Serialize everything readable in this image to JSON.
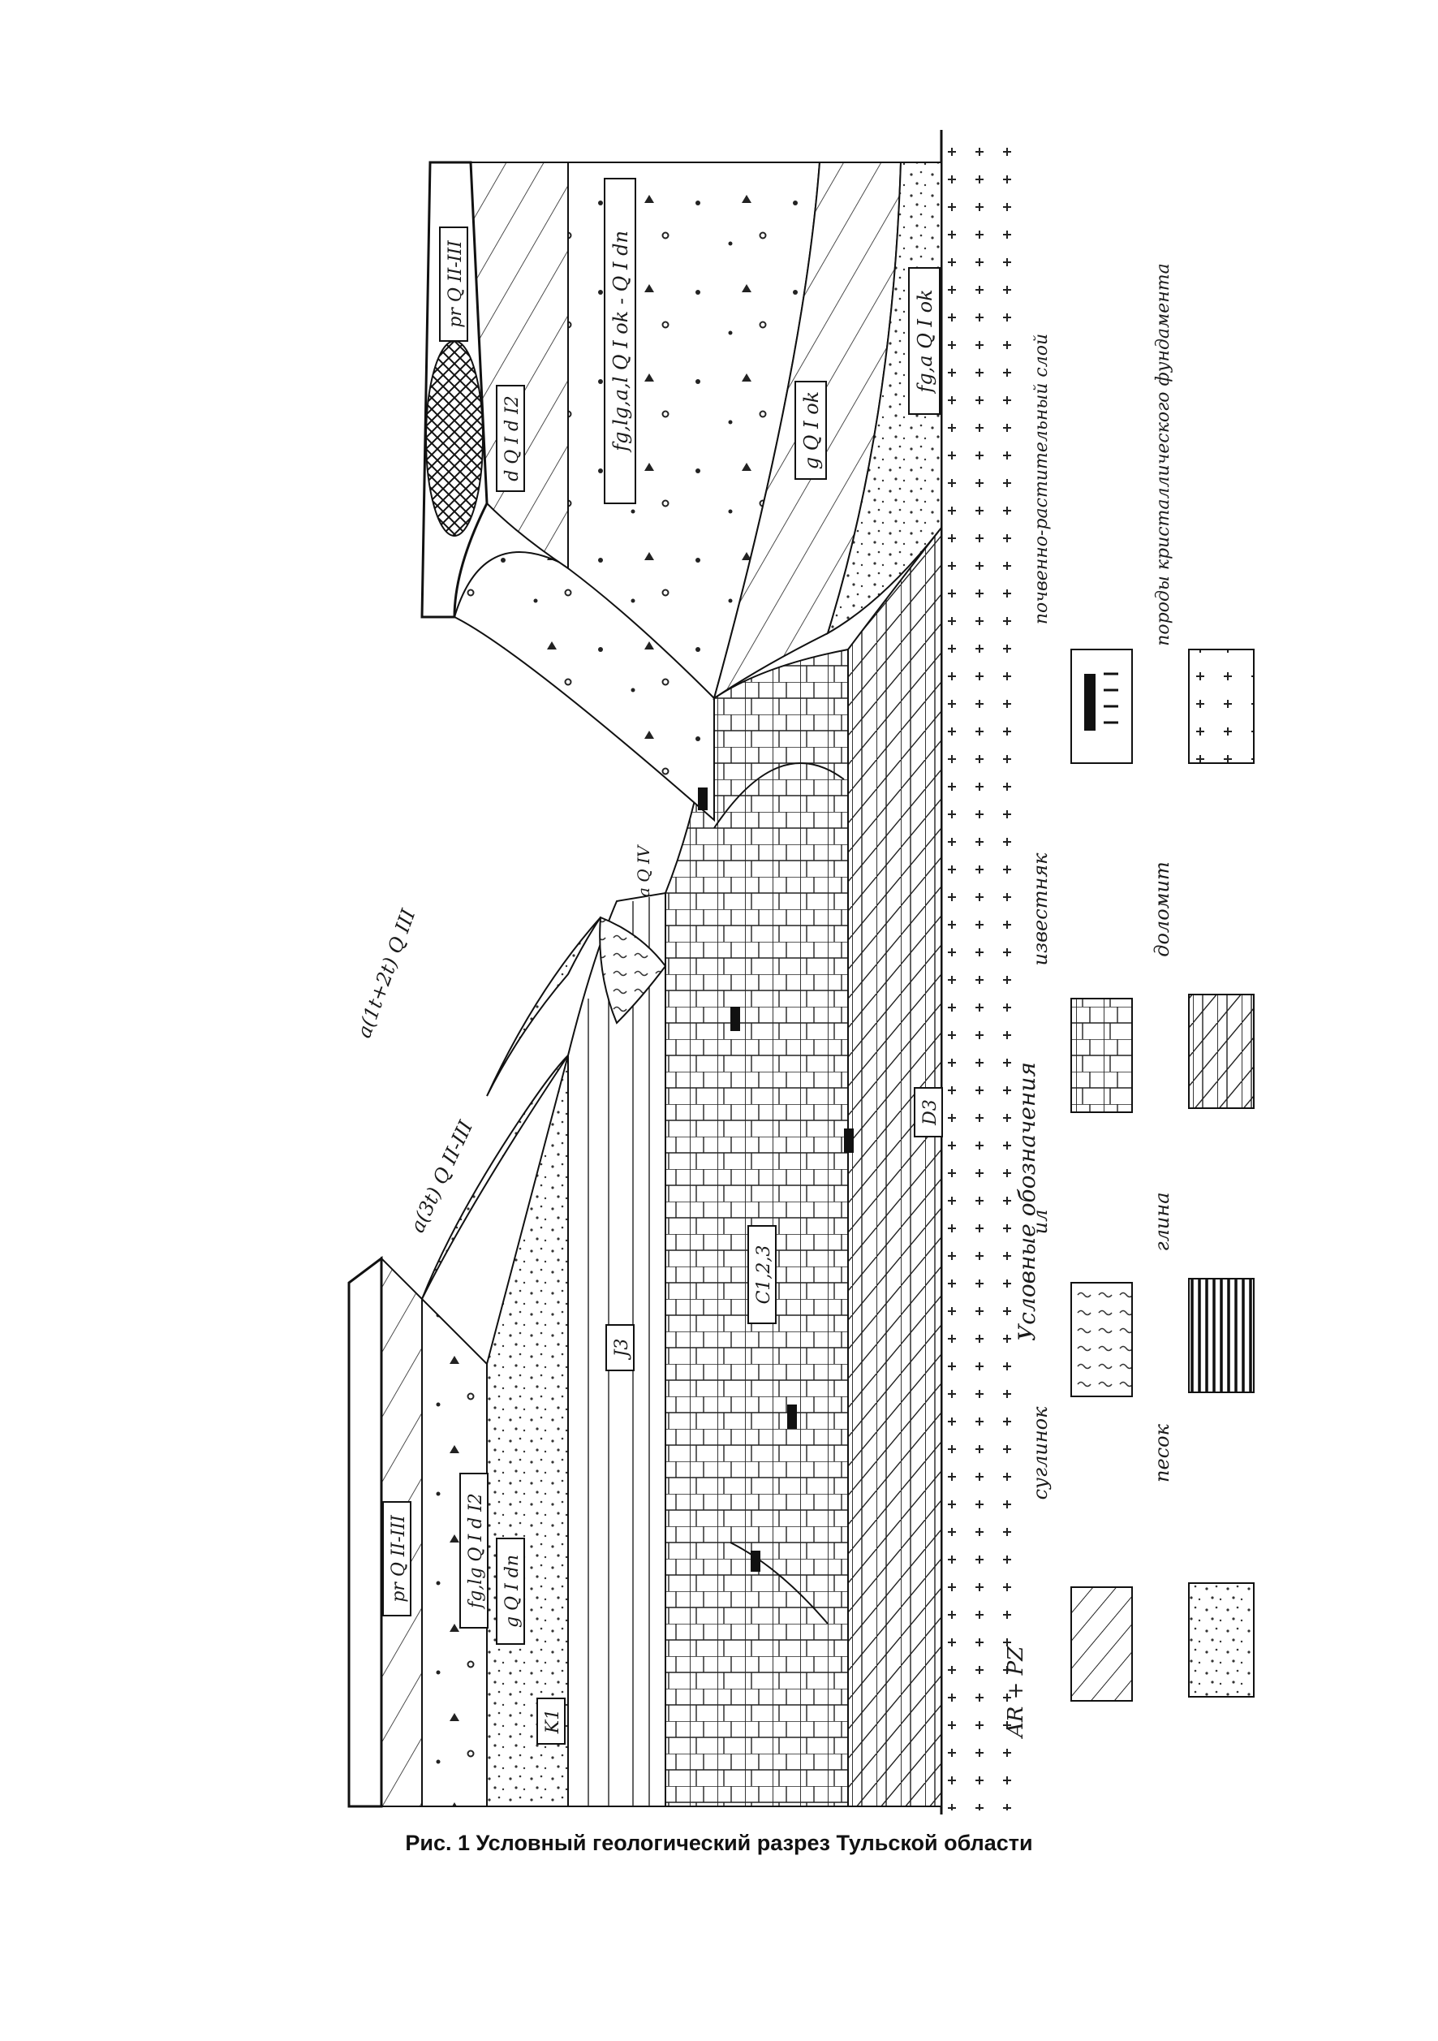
{
  "caption": "Рис. 1 Условный геологический разрез Тульской области",
  "legend_title": "Условные обозначения",
  "legend": [
    {
      "key": "suglinok",
      "label": "суглинок"
    },
    {
      "key": "il",
      "label": "ил"
    },
    {
      "key": "izvestnyak",
      "label": "известняк"
    },
    {
      "key": "soil",
      "label": "почвенно-растительный слой"
    },
    {
      "key": "pesok",
      "label": "песок"
    },
    {
      "key": "glina",
      "label": "глина"
    },
    {
      "key": "dolomit",
      "label": "доломит"
    },
    {
      "key": "basement",
      "label": "породы кристаллического фундамента"
    }
  ],
  "section_labels": {
    "fill_upper_right": "pr Q II-III",
    "fill_upper_left": "pr Q II-III",
    "moraine_left": "fg,lg Q I d I2",
    "moraine_right": "d Q I d I2",
    "till_left": "g Q I dn",
    "outwash_main": "fg,lg,a,l Q I ok - Q I dn",
    "moraine_ok": "g Q I ok",
    "outwash_lower": "fg,a Q I ok",
    "terrace_upper": "a(1t+2t) Q III",
    "terrace_lower": "a(3t) Q II-III",
    "alluvium": "a Q IV",
    "cretaceous": "K1",
    "jurassic": "J3",
    "carboniferous": "C1,2,3",
    "devonian": "D3",
    "basement": "AR + PZ"
  },
  "colors": {
    "ink": "#1a1a1a",
    "paper": "#ffffff"
  }
}
